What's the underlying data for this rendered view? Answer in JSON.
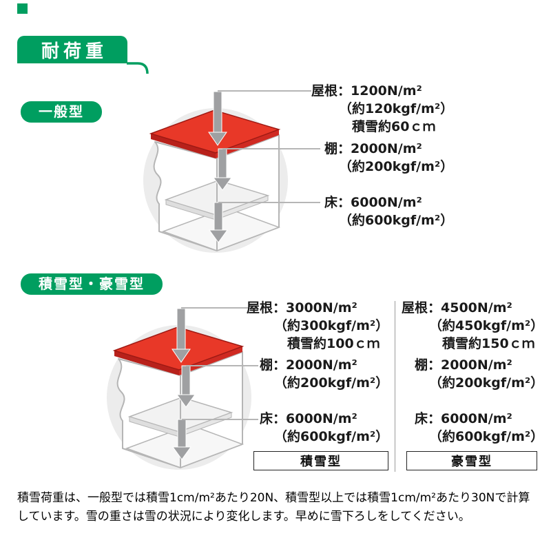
{
  "header": {
    "title": "耐荷重"
  },
  "general": {
    "label": "一般型",
    "roof_name": "屋根：",
    "roof_value": "1200N/m²",
    "roof_approx": "（約120kgf/m²）",
    "roof_snow": "積雪約60ｃｍ",
    "shelf_name": "棚：",
    "shelf_value": "2000N/m²",
    "shelf_approx": "（約200kgf/m²）",
    "floor_name": "床：",
    "floor_value": "6000N/m²",
    "floor_approx": "（約600kgf/m²）"
  },
  "snow": {
    "label": "積雪型・豪雪型",
    "col1": {
      "roof_name": "屋根：",
      "roof_value": "3000N/m²",
      "roof_approx": "（約300kgf/m²）",
      "roof_snow": "積雪約100ｃｍ",
      "shelf_name": "棚：",
      "shelf_value": "2000N/m²",
      "shelf_approx": "（約200kgf/m²）",
      "floor_name": "床：",
      "floor_value": "6000N/m²",
      "floor_approx": "（約600kgf/m²）",
      "box_label": "積雪型"
    },
    "col2": {
      "roof_name": "屋根：",
      "roof_value": "4500N/m²",
      "roof_approx": "（約450kgf/m²）",
      "roof_snow": "積雪約150ｃｍ",
      "shelf_name": "棚：",
      "shelf_value": "2000N/m²",
      "shelf_approx": "（約200kgf/m²）",
      "floor_name": "床：",
      "floor_value": "6000N/m²",
      "floor_approx": "（約600kgf/m²）",
      "box_label": "豪雪型"
    }
  },
  "colors": {
    "accent_green": "#009e60",
    "roof_red": "#e83828",
    "arrow_gray": "#9fa0a2"
  },
  "footnote": "積雪荷重は、一般型では積雪1cm/m²あたり20N、積雪型以上では積雪1cm/m²あたり30Nで計算\nしています。雪の重さは雪の状況により変化します。早めに雪下ろしをしてください。"
}
